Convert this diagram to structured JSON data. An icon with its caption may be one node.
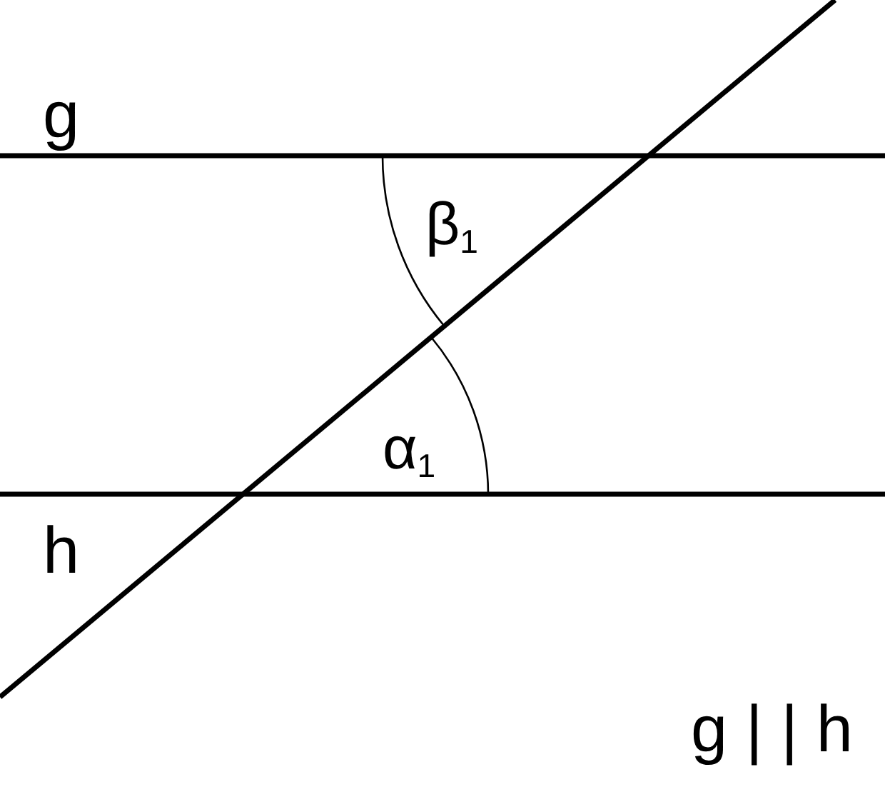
{
  "diagram": {
    "labels": [
      "g",
      "β$_{1}$",
      "α$_{1}$",
      "h",
      "g | | h"
    ]
  }
}
